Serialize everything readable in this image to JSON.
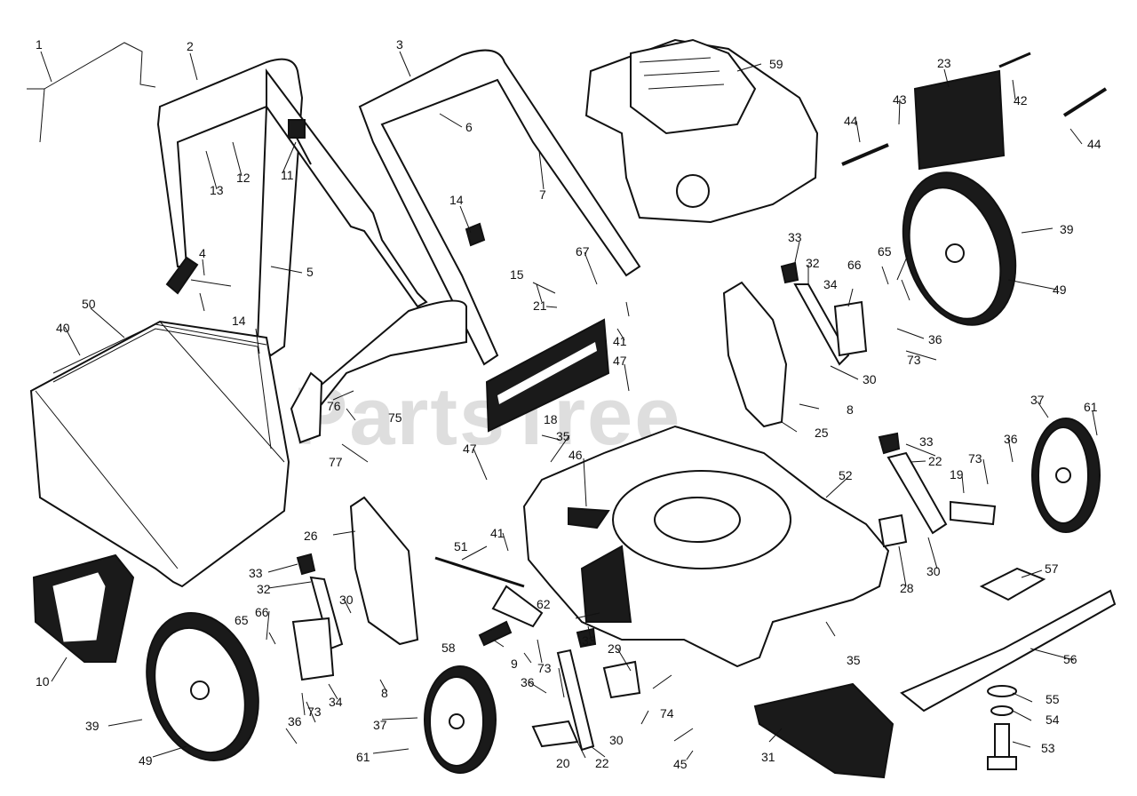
{
  "watermark": "PartsTree",
  "callouts": [
    {
      "id": "1",
      "label": "1"
    },
    {
      "id": "2",
      "label": "2"
    },
    {
      "id": "3",
      "label": "3"
    },
    {
      "id": "4",
      "label": "4"
    },
    {
      "id": "5",
      "label": "5"
    },
    {
      "id": "6",
      "label": "6"
    },
    {
      "id": "7",
      "label": "7"
    },
    {
      "id": "8a",
      "label": "8"
    },
    {
      "id": "8b",
      "label": "8"
    },
    {
      "id": "9",
      "label": "9"
    },
    {
      "id": "10",
      "label": "10"
    },
    {
      "id": "11",
      "label": "11"
    },
    {
      "id": "12",
      "label": "12"
    },
    {
      "id": "13",
      "label": "13"
    },
    {
      "id": "14a",
      "label": "14"
    },
    {
      "id": "14b",
      "label": "14"
    },
    {
      "id": "15",
      "label": "15"
    },
    {
      "id": "18",
      "label": "18"
    },
    {
      "id": "19",
      "label": "19"
    },
    {
      "id": "20",
      "label": "20"
    },
    {
      "id": "21",
      "label": "21"
    },
    {
      "id": "22a",
      "label": "22"
    },
    {
      "id": "22b",
      "label": "22"
    },
    {
      "id": "23",
      "label": "23"
    },
    {
      "id": "25",
      "label": "25"
    },
    {
      "id": "26",
      "label": "26"
    },
    {
      "id": "28",
      "label": "28"
    },
    {
      "id": "29",
      "label": "29"
    },
    {
      "id": "30a",
      "label": "30"
    },
    {
      "id": "30b",
      "label": "30"
    },
    {
      "id": "30c",
      "label": "30"
    },
    {
      "id": "30d",
      "label": "30"
    },
    {
      "id": "31",
      "label": "31"
    },
    {
      "id": "32a",
      "label": "32"
    },
    {
      "id": "32b",
      "label": "32"
    },
    {
      "id": "33a",
      "label": "33"
    },
    {
      "id": "33b",
      "label": "33"
    },
    {
      "id": "33c",
      "label": "33"
    },
    {
      "id": "33d",
      "label": "33"
    },
    {
      "id": "34a",
      "label": "34"
    },
    {
      "id": "34b",
      "label": "34"
    },
    {
      "id": "35a",
      "label": "35"
    },
    {
      "id": "35b",
      "label": "35"
    },
    {
      "id": "36a",
      "label": "36"
    },
    {
      "id": "36b",
      "label": "36"
    },
    {
      "id": "36c",
      "label": "36"
    },
    {
      "id": "36d",
      "label": "36"
    },
    {
      "id": "37a",
      "label": "37"
    },
    {
      "id": "37b",
      "label": "37"
    },
    {
      "id": "39a",
      "label": "39"
    },
    {
      "id": "39b",
      "label": "39"
    },
    {
      "id": "40",
      "label": "40"
    },
    {
      "id": "41a",
      "label": "41"
    },
    {
      "id": "41b",
      "label": "41"
    },
    {
      "id": "42",
      "label": "42"
    },
    {
      "id": "43",
      "label": "43"
    },
    {
      "id": "44a",
      "label": "44"
    },
    {
      "id": "44b",
      "label": "44"
    },
    {
      "id": "45",
      "label": "45"
    },
    {
      "id": "46",
      "label": "46"
    },
    {
      "id": "47a",
      "label": "47"
    },
    {
      "id": "47b",
      "label": "47"
    },
    {
      "id": "49a",
      "label": "49"
    },
    {
      "id": "49b",
      "label": "49"
    },
    {
      "id": "50",
      "label": "50"
    },
    {
      "id": "51",
      "label": "51"
    },
    {
      "id": "52",
      "label": "52"
    },
    {
      "id": "53",
      "label": "53"
    },
    {
      "id": "54",
      "label": "54"
    },
    {
      "id": "55",
      "label": "55"
    },
    {
      "id": "56",
      "label": "56"
    },
    {
      "id": "57",
      "label": "57"
    },
    {
      "id": "58",
      "label": "58"
    },
    {
      "id": "59",
      "label": "59"
    },
    {
      "id": "61a",
      "label": "61"
    },
    {
      "id": "61b",
      "label": "61"
    },
    {
      "id": "62",
      "label": "62"
    },
    {
      "id": "65a",
      "label": "65"
    },
    {
      "id": "65b",
      "label": "65"
    },
    {
      "id": "66a",
      "label": "66"
    },
    {
      "id": "66b",
      "label": "66"
    },
    {
      "id": "67",
      "label": "67"
    },
    {
      "id": "73a",
      "label": "73"
    },
    {
      "id": "73b",
      "label": "73"
    },
    {
      "id": "73c",
      "label": "73"
    },
    {
      "id": "73d",
      "label": "73"
    },
    {
      "id": "74",
      "label": "74"
    },
    {
      "id": "75",
      "label": "75"
    },
    {
      "id": "76",
      "label": "76"
    },
    {
      "id": "77",
      "label": "77"
    }
  ]
}
